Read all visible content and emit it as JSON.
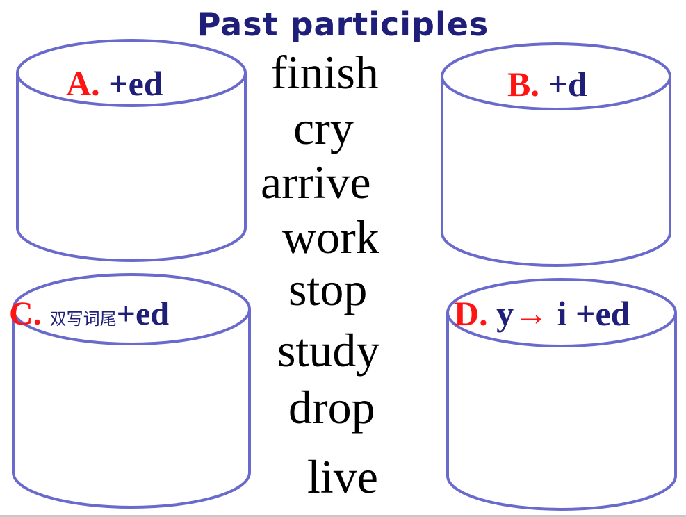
{
  "title": "Past participles",
  "buckets": [
    {
      "letter": "A.",
      "rule": "+ed"
    },
    {
      "letter": "B.",
      "rule": "+d"
    },
    {
      "letter": "C.",
      "chinese": "双写词尾",
      "rule": "+ed"
    },
    {
      "letter": "D.",
      "from": "y",
      "arrow": "→",
      "to": "i +ed"
    }
  ],
  "words": [
    "finish",
    "cry",
    "arrive",
    "work",
    "stop",
    "study",
    "drop",
    "live"
  ],
  "colors": {
    "accent": "#ff1414",
    "rule_text": "#1f1f7a",
    "outline": "#6a6acc"
  }
}
